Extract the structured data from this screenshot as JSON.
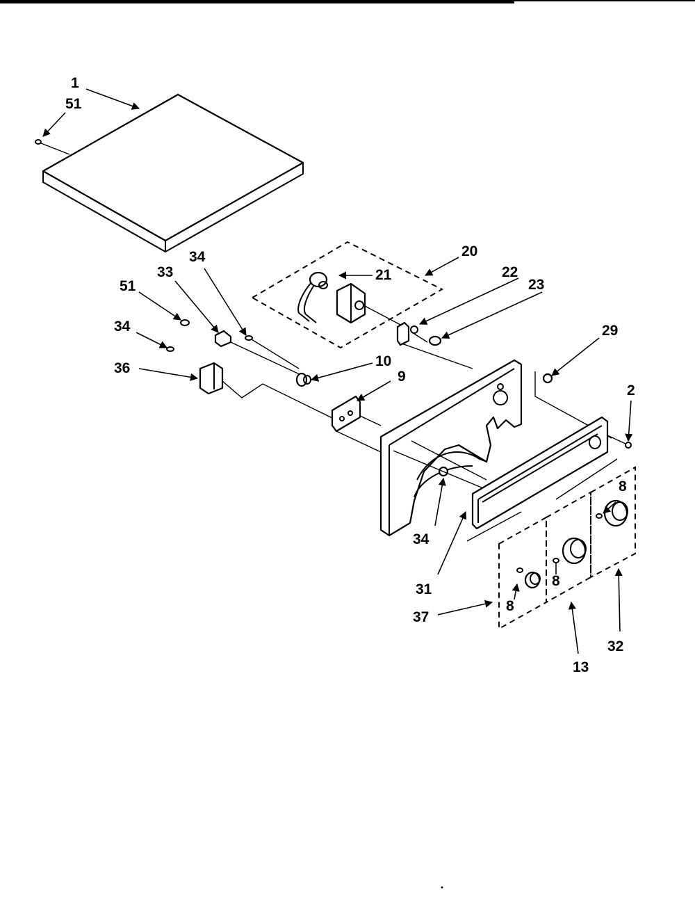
{
  "labels": {
    "l1": "1",
    "l51a": "51",
    "l20": "20",
    "l21": "21",
    "l22": "22",
    "l23": "23",
    "l34a": "34",
    "l33": "33",
    "l51b": "51",
    "l34b": "34",
    "l36": "36",
    "l10": "10",
    "l9": "9",
    "l29": "29",
    "l2": "2",
    "l8a": "8",
    "l8b": "8",
    "l8c": "8",
    "l34c": "34",
    "l31": "31",
    "l37": "37",
    "l13": "13",
    "l32": "32"
  }
}
